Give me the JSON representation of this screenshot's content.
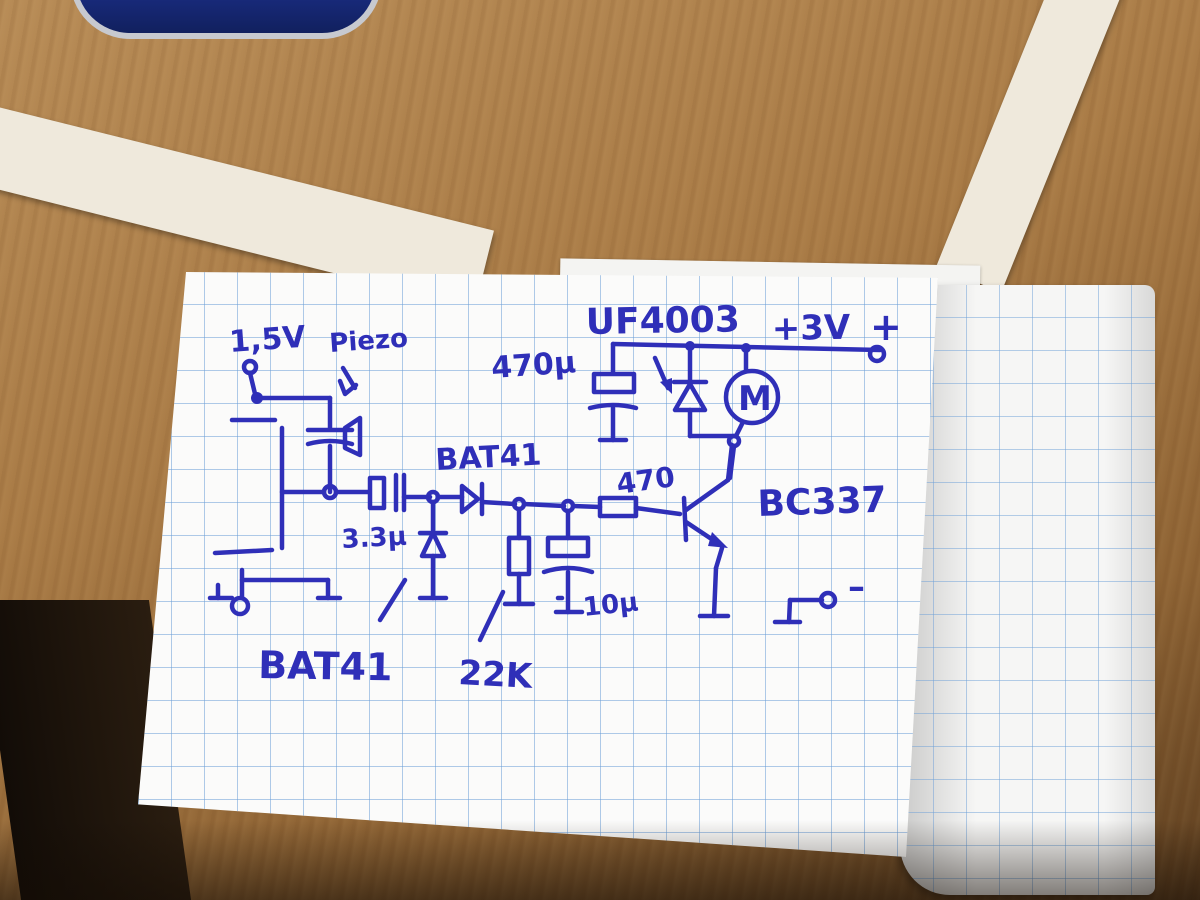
{
  "labels": {
    "v_in": "1,5V",
    "piezo": "Piezo",
    "cap_470": "470µ",
    "uf4003": "UF4003",
    "v_out": "+3V",
    "plus": "+",
    "bat41_top": "BAT41",
    "res_470": "470",
    "bc337": "BC337",
    "cap_3_3": "3.3µ",
    "cap_10": "10µ",
    "minus": "–",
    "bat41_bottom": "BAT41",
    "res_22k": "22K",
    "motor": "M"
  },
  "colors": {
    "ink": "#2f2fb8",
    "paper": "#fbfbfa",
    "grid": "#6ea0d7",
    "desk": "#a87a45"
  }
}
